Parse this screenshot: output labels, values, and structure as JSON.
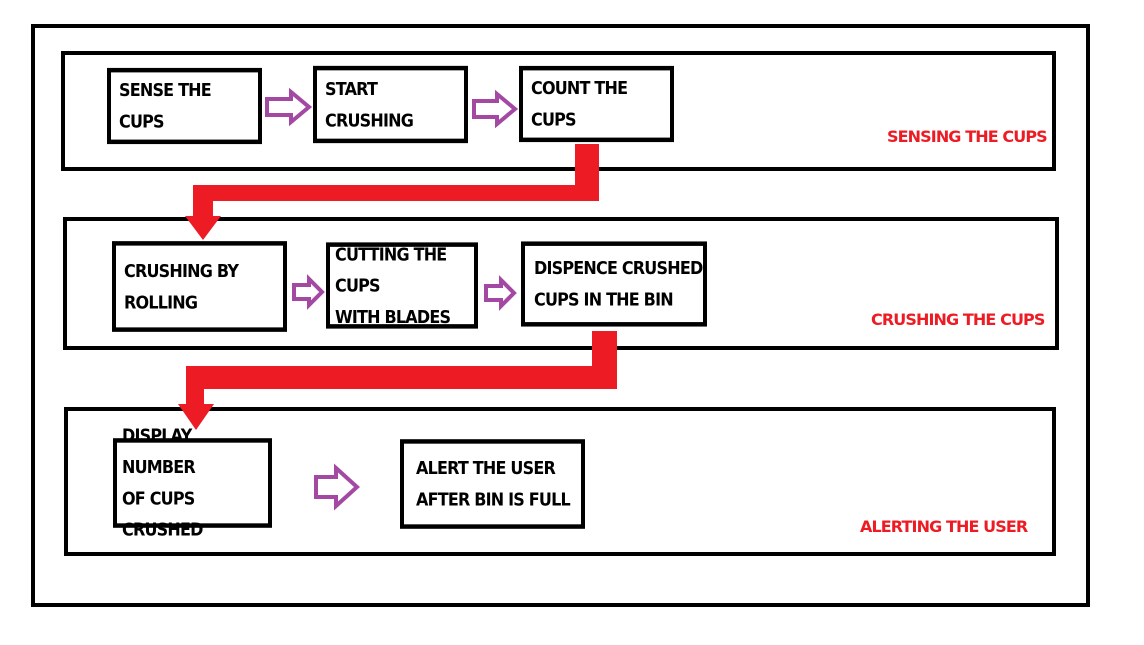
{
  "stages": [
    {
      "label": "SENSING THE CUPS",
      "steps": [
        "SENSE THE CUPS",
        "START CRUSHING",
        "COUNT THE CUPS"
      ]
    },
    {
      "label": "CRUSHING THE CUPS",
      "steps": [
        "CRUSHING BY\nROLLING",
        "CUTTING THE CUPS\nWITH BLADES",
        "DISPENCE CRUSHED\nCUPS IN THE BIN"
      ]
    },
    {
      "label": "ALERTING THE USER",
      "steps": [
        "DISPLAY NUMBER\nOF CUPS CRUSHED",
        "ALERT THE USER\nAFTER BIN IS FULL"
      ]
    }
  ],
  "colors": {
    "step_arrow": "#a349a4",
    "stage_arrow": "#ed1c24",
    "label": "#ed1c24",
    "border": "#000000"
  }
}
